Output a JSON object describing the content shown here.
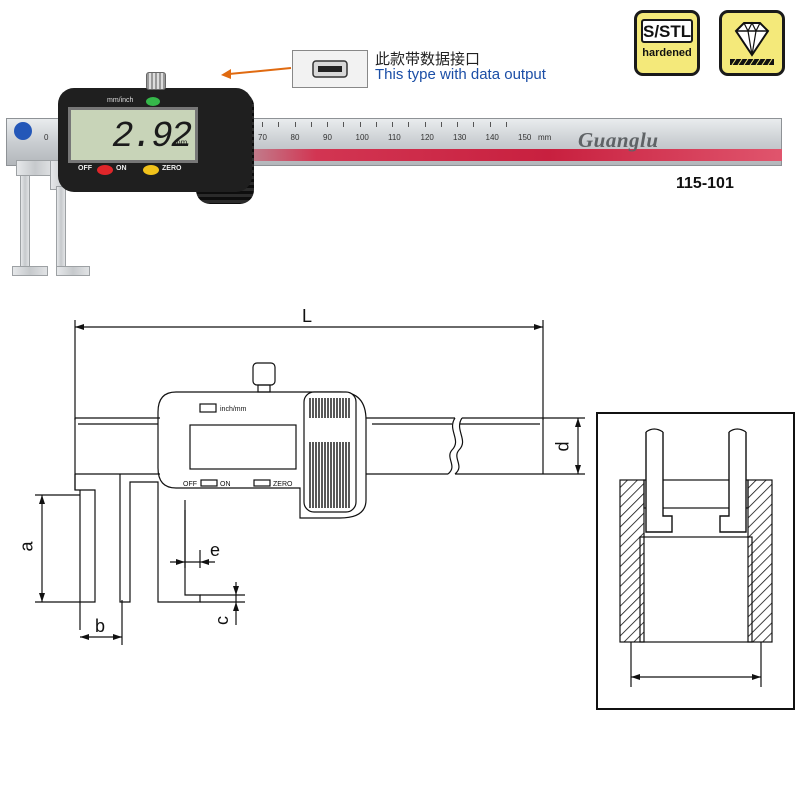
{
  "badges": {
    "material_line1": "S/STL",
    "material_line2": "hardened",
    "carbide_icon": "diamond-icon"
  },
  "data_output": {
    "label_cn": "此款带数据接口",
    "label_en": "This type with data output",
    "arrow_color": "#e06a10"
  },
  "caliper": {
    "display_value": "2.92",
    "display_unit": "mm",
    "mode_label": "mm/inch",
    "off_label": "OFF",
    "on_label": "ON",
    "zero_label": "ZERO",
    "brand": "Guanglu",
    "scale_start": "0",
    "scale_numbers": [
      "70",
      "80",
      "90",
      "100",
      "110",
      "120",
      "130",
      "140",
      "150"
    ],
    "scale_unit": "mm",
    "model_number": "115-101"
  },
  "drawing": {
    "dim_L": "L",
    "dim_d": "d",
    "dim_a": "a",
    "dim_b": "b",
    "dim_c": "c",
    "dim_e": "e",
    "mode_label": "inch/mm",
    "off_label": "OFF",
    "on_label": "ON",
    "zero_label": "ZERO"
  }
}
